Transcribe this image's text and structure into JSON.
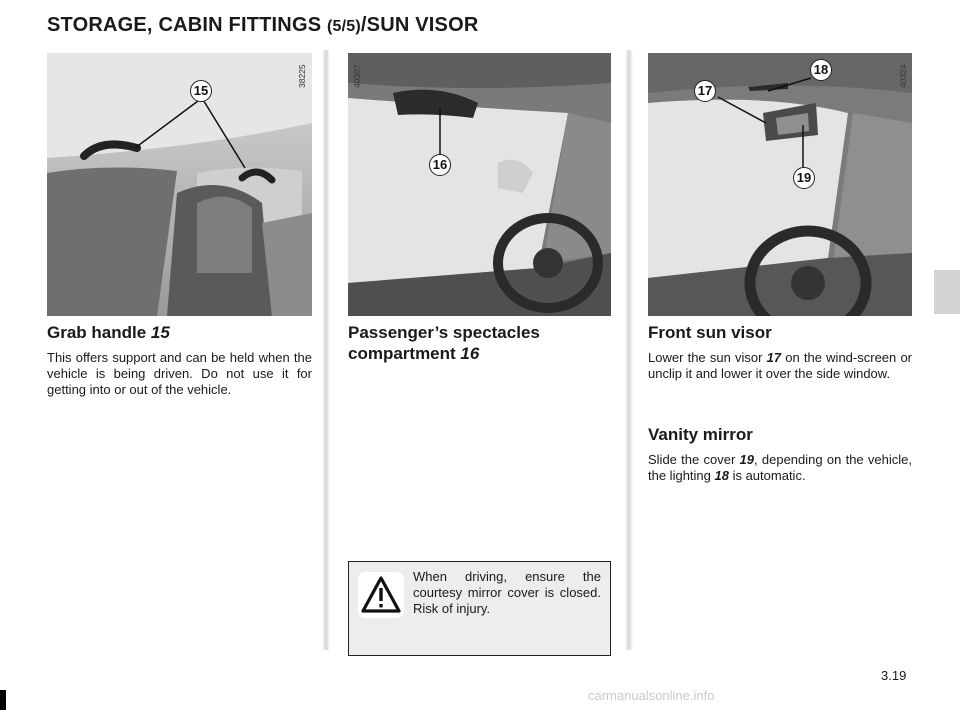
{
  "header": {
    "title_main": "STORAGE, CABIN FITTINGS ",
    "title_small": "(5/5)",
    "title_end": "/SUN VISOR"
  },
  "photos": [
    {
      "ref": "38225",
      "callouts": [
        "15"
      ]
    },
    {
      "ref": "40307",
      "callouts": [
        "16"
      ]
    },
    {
      "ref": "40324",
      "callouts": [
        "17",
        "18",
        "19"
      ]
    }
  ],
  "sections": {
    "grab_handle": {
      "heading": "Grab handle ",
      "heading_num": "15",
      "body": "This offers support and can be held when the vehicle is being driven. Do not use it for getting into or out of the vehicle."
    },
    "spectacles": {
      "heading_line1": "Passenger’s spectacles",
      "heading_line2": "compartment ",
      "heading_num": "16"
    },
    "sun_visor": {
      "heading": "Front sun visor",
      "body_a": "Lower the sun visor ",
      "body_num": "17",
      "body_b": " on the wind-screen or unclip it and lower it over the side window."
    },
    "vanity_mirror": {
      "heading": "Vanity mirror",
      "body_a": "Slide the cover ",
      "body_num1": "19",
      "body_b": ", depending on the vehicle, the lighting ",
      "body_num2": "18",
      "body_c": " is automatic."
    }
  },
  "warning": {
    "icon": "warning-triangle-icon",
    "text": "When driving, ensure the courtesy mirror cover is closed. Risk of injury."
  },
  "footer": {
    "page_number": "3.19",
    "watermark": "carmanualsonline.info"
  }
}
